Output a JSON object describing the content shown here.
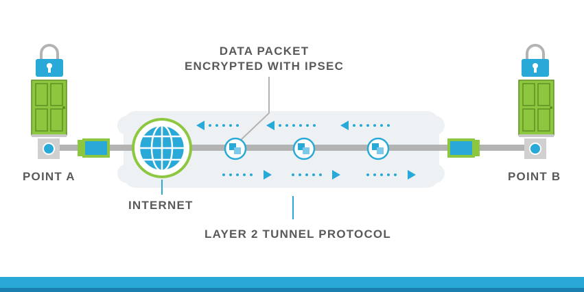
{
  "labels": {
    "data_packet_line1": "DATA PACKET",
    "data_packet_line2": "ENCRYPTED WITH IPSEC",
    "point_a": "POINT A",
    "point_b": "POINT B",
    "internet": "INTERNET",
    "tunnel": "LAYER 2 TUNNEL PROTOCOL"
  },
  "colors": {
    "accent_blue": "#29a9d8",
    "door_green": "#8dc63f",
    "pipe_gray": "#b3b3b3",
    "tunnel_bg": "#eef1f4",
    "text_gray": "#58595b"
  },
  "icons": [
    "lock-icon",
    "door-icon",
    "battery-icon",
    "globe-icon",
    "packet-icon",
    "arrow-left-icon",
    "arrow-right-icon"
  ]
}
